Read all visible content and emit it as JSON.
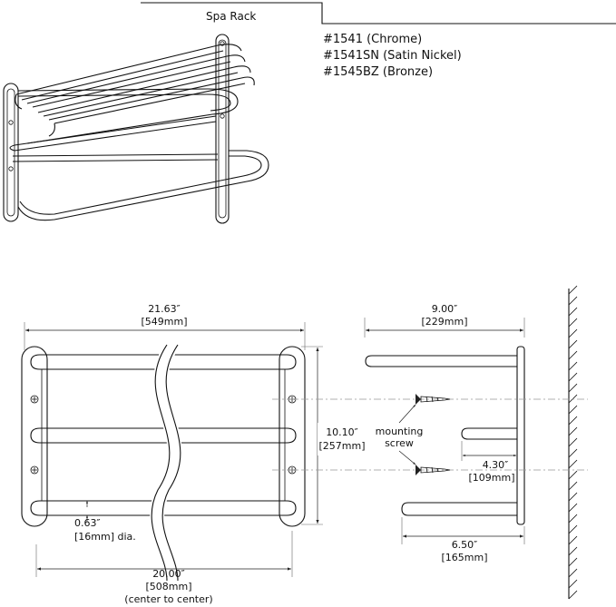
{
  "header": {
    "title": "Spa Rack"
  },
  "models": [
    "#1541 (Chrome)",
    "#1541SN (Satin Nickel)",
    "#1545BZ (Bronze)"
  ],
  "front_view": {
    "width_in": "21.63″",
    "width_mm": "[549mm]",
    "height_in": "10.10″",
    "height_mm": "[257mm]",
    "dia_in": "0.63″",
    "dia_mm": "[16mm] dia.",
    "center_in": "20.00″",
    "center_mm": "[508mm]",
    "center_note": "(center to center)"
  },
  "side_view": {
    "depth_in": "9.00″",
    "depth_mm": "[229mm]",
    "mounting_label_1": "mounting",
    "mounting_label_2": "screw",
    "mid_in": "4.30″",
    "mid_mm": "[109mm]",
    "bottom_in": "6.50″",
    "bottom_mm": "[165mm]"
  }
}
